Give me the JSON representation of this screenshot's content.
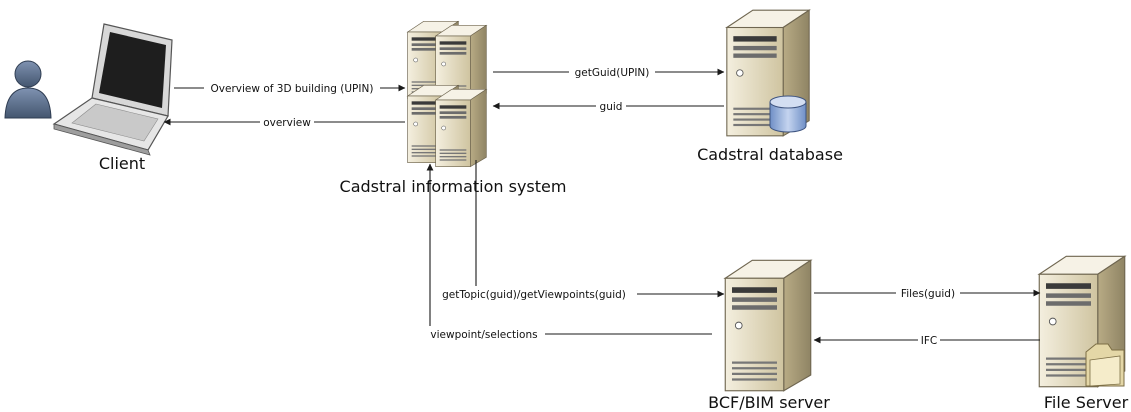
{
  "nodes": {
    "client": "Client",
    "cis": "Cadstral information system",
    "db": "Cadstral database",
    "bcf": "BCF/BIM server",
    "fs": "File Server"
  },
  "edges": {
    "overview_request": "Overview of 3D building (UPIN)",
    "overview": "overview",
    "getguid": "getGuid(UPIN)",
    "guid": "guid",
    "gettopic": "getTopic(guid)/getViewpoints(guid)",
    "viewpoint": "viewpoint/selections",
    "files": "Files(guid)",
    "ifc": "IFC"
  },
  "colors": {
    "server_light": "#ece5cf",
    "server_dark": "#b8ab85",
    "screen": "#1e1e1e",
    "user_icon": "#5b6f8e",
    "db_cylinder": "#8ea9d6",
    "folder": "#e4d7a7"
  },
  "icons": [
    "user-icon",
    "laptop-icon",
    "server-icon",
    "database-icon",
    "folder-icon"
  ]
}
